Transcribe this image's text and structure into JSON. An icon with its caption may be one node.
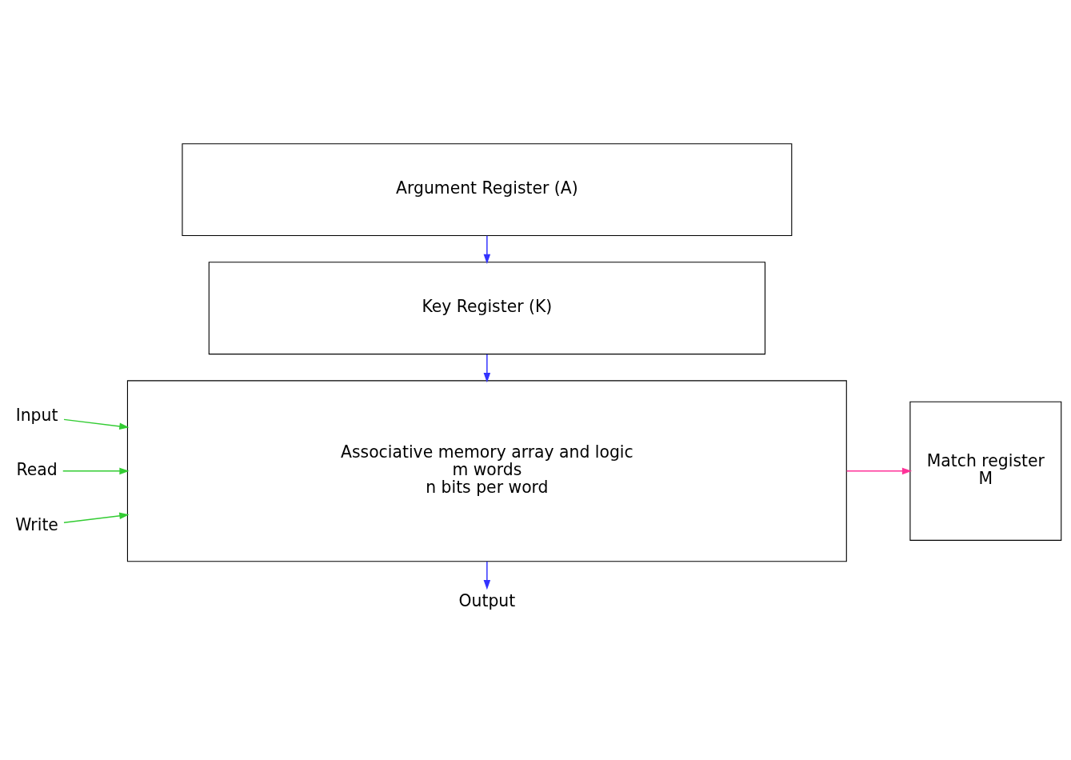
{
  "diagram": {
    "nodes": [
      {
        "text": [
          "Argument Register (A)"
        ]
      },
      {
        "text": [
          "Key Register (K)"
        ]
      },
      {
        "text": [
          "Associative memory array and logic",
          "m words",
          "n bits per word"
        ]
      },
      {
        "text": [
          "Match register",
          "M"
        ]
      },
      {
        "text": [
          "Input"
        ]
      },
      {
        "text": [
          "Read"
        ]
      },
      {
        "text": [
          "Write"
        ]
      },
      {
        "text": [
          "Output"
        ]
      }
    ],
    "edges": [
      {
        "from": 0,
        "to": 1,
        "arrow": "to",
        "color": "#3333ff"
      },
      {
        "from": 1,
        "to": 2,
        "arrow": "to",
        "color": "#3333ff"
      },
      {
        "from": 4,
        "to": 2,
        "arrow": "to",
        "color": "#33cc33"
      },
      {
        "from": 5,
        "to": 2,
        "arrow": "to",
        "color": "#33cc33"
      },
      {
        "from": 6,
        "to": 2,
        "arrow": "to",
        "color": "#33cc33"
      },
      {
        "from": 2,
        "to": 3,
        "arrow": "to",
        "color": "#ff3399"
      },
      {
        "from": 2,
        "to": 7,
        "arrow": "to",
        "color": "#3333ff"
      }
    ]
  }
}
